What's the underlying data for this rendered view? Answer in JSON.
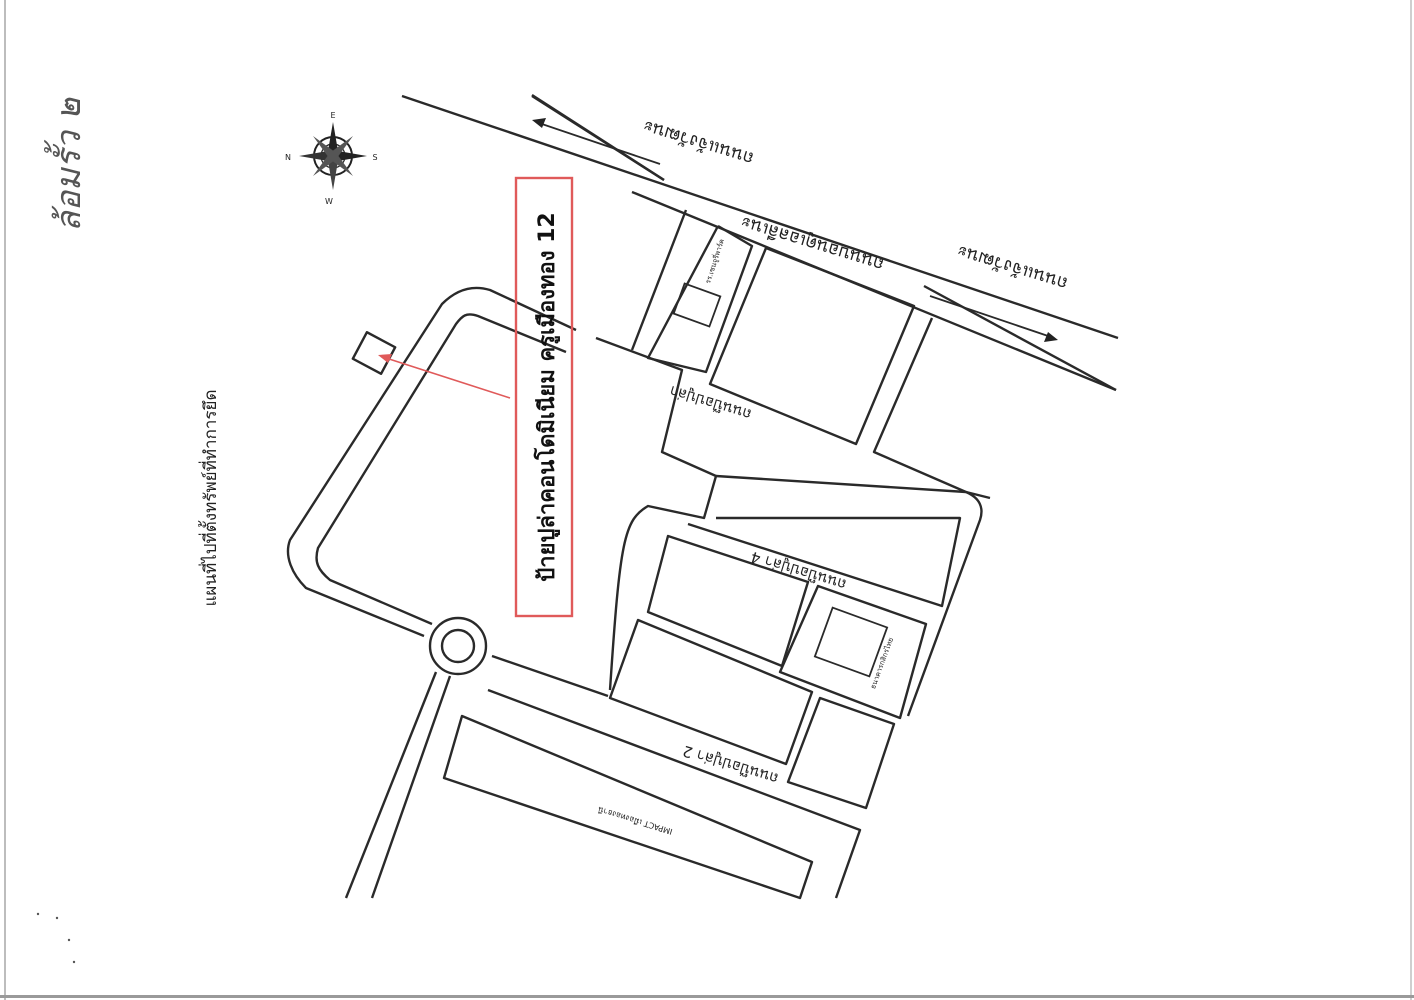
{
  "page_title": "แผนที่ไปที่ตั้งทรัพย์ที่ทำการยึด",
  "handwritten_note": "ล้อมรั้ว ๒",
  "callout": {
    "label": "ป้ายปูล่าคอนโดมิเนียม ครูเมืองทอง 12",
    "border_color": "#e05a5a",
    "arrow_color": "#e05a5a"
  },
  "compass": {
    "north": "N",
    "east": "E",
    "south": "S",
    "west": "W"
  },
  "roads": {
    "chaengwattana_1": "ถนนแจ้งวัฒนะ",
    "chaengwattana_local": "ถนนบอนดูเอลลีเนะ",
    "chaengwattana_2": "ถนนแจ้งวัฒนะ",
    "popular_main": "ถนนป๊อปปูล่า",
    "popular_4": "ถนนป๊อปปูล่า 4",
    "popular_2": "ถนนป๊อปปูล่า 2"
  },
  "places": {
    "hotel": "รร.เซนจูรี่พาร์ค",
    "bank": "ธนาคารกสิกรไทย",
    "impact": "IMPACT เมืองทองธานี"
  }
}
